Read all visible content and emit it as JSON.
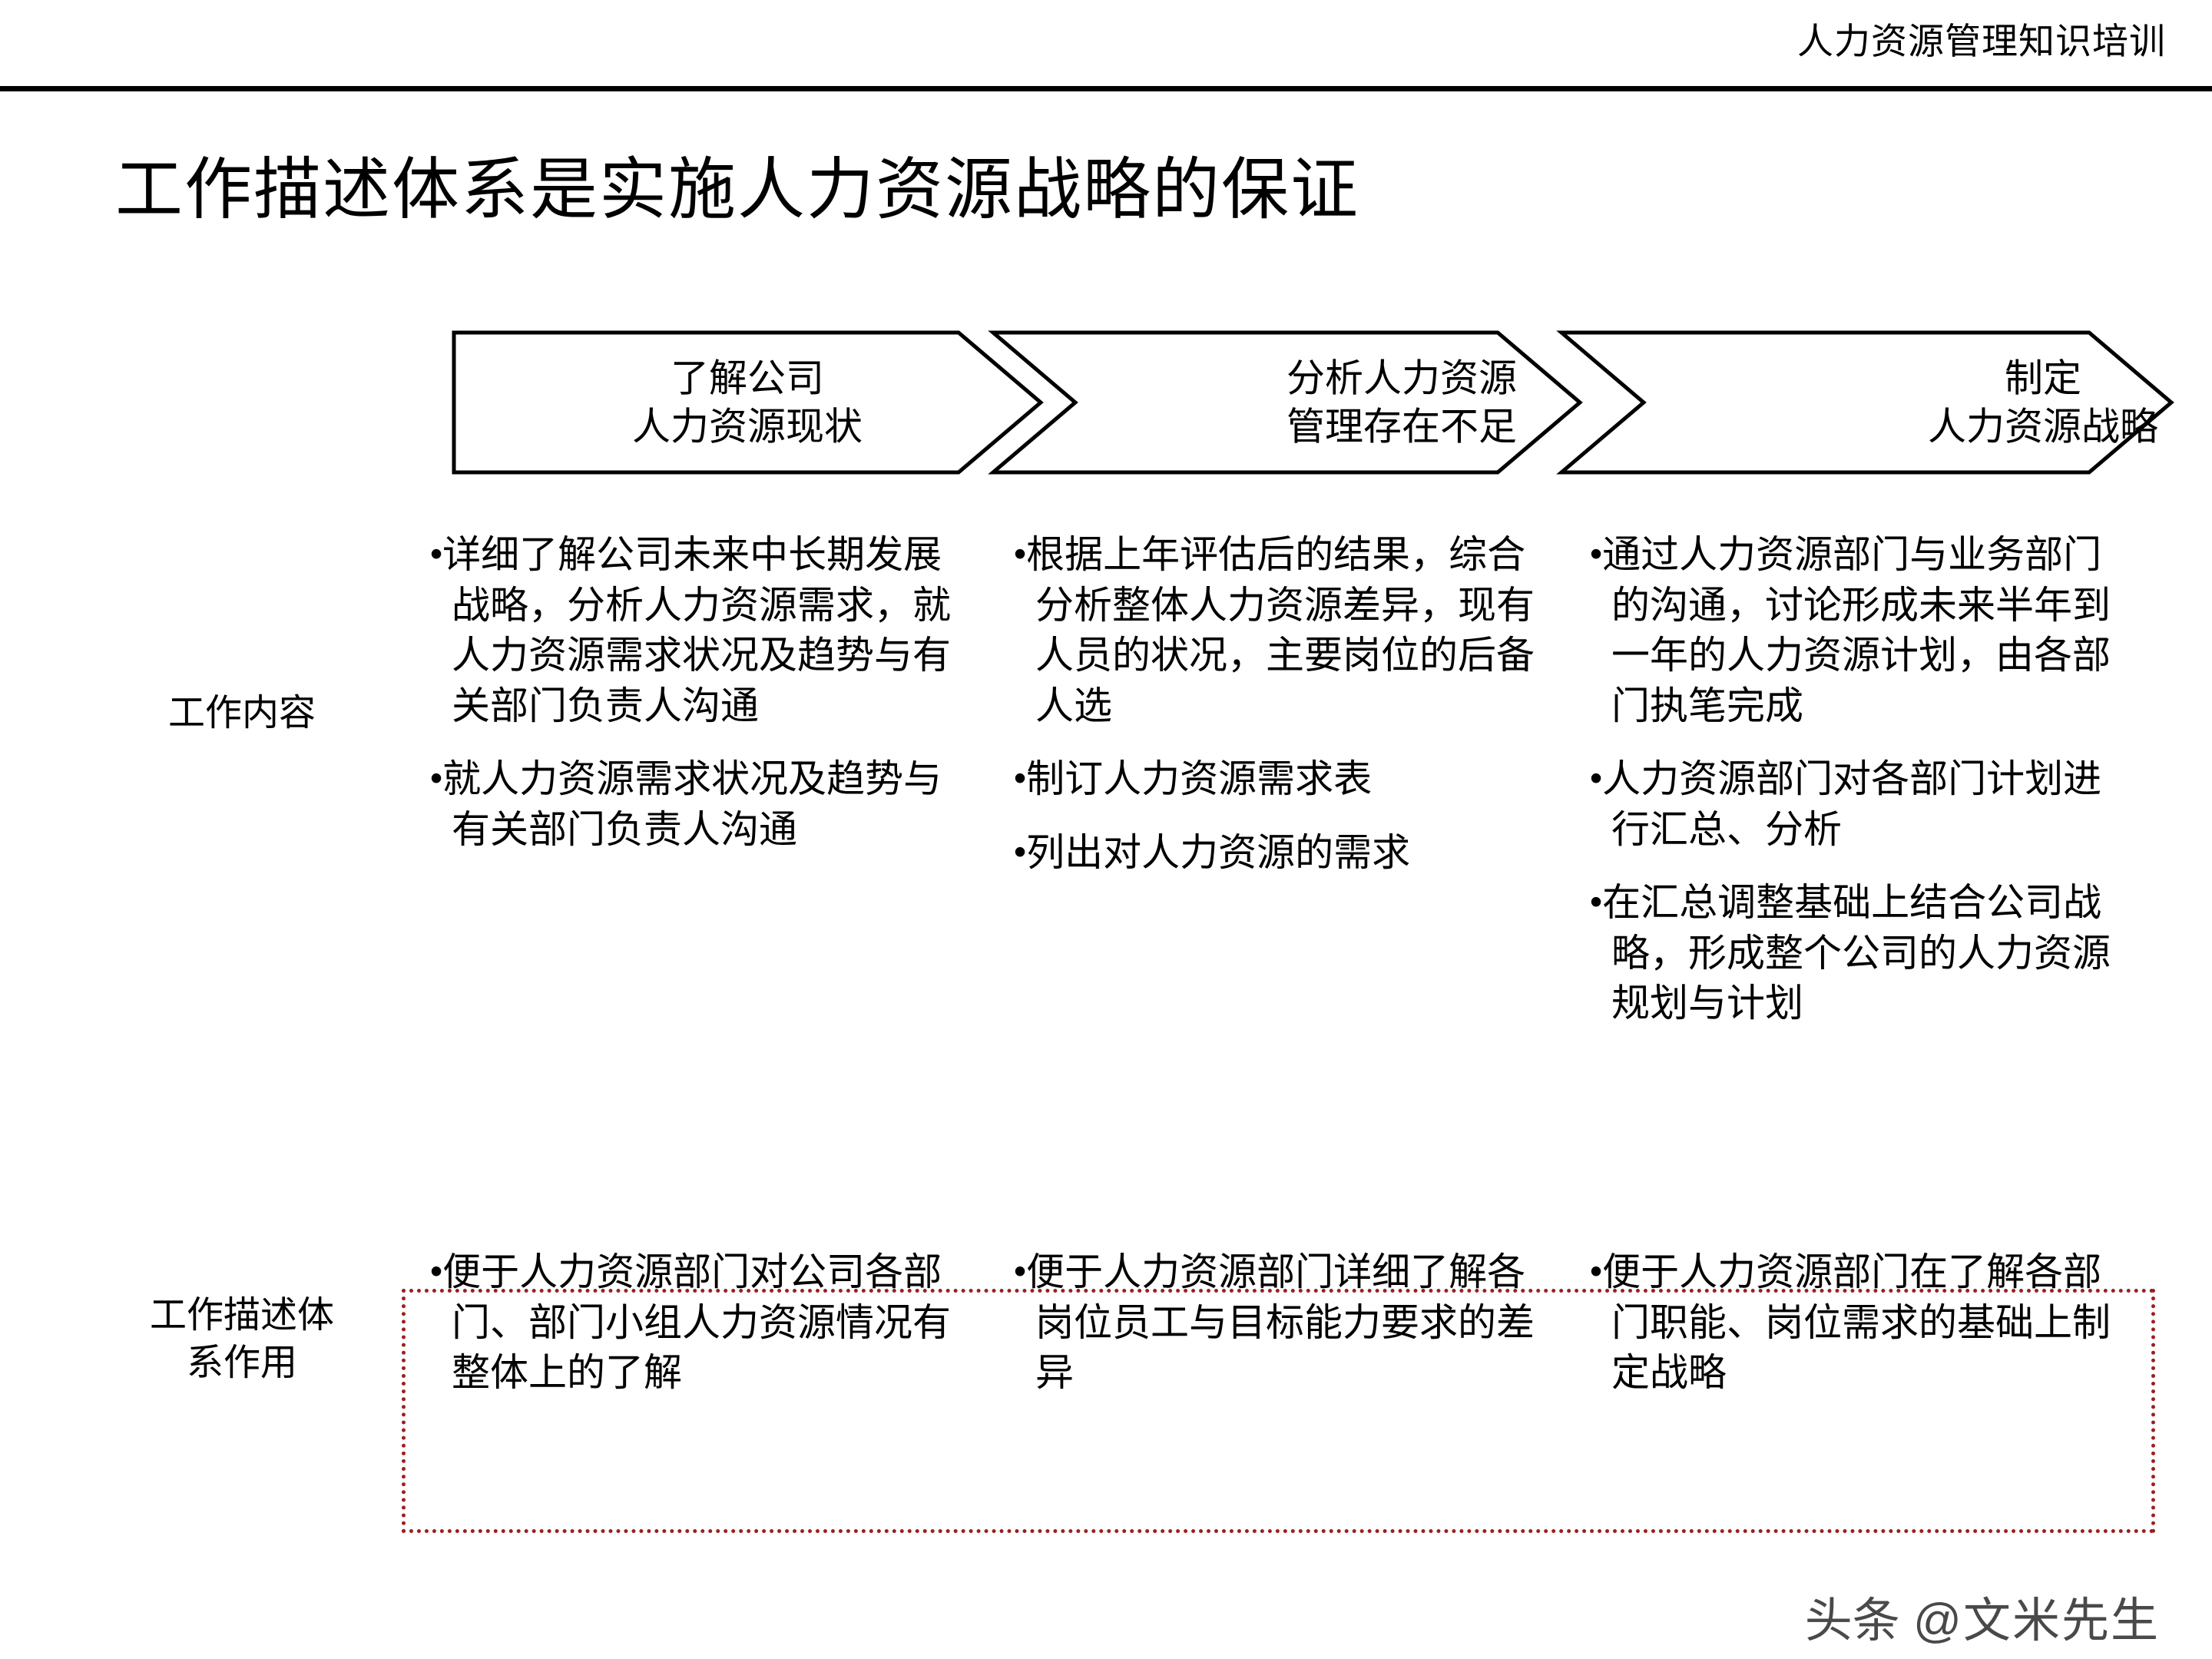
{
  "header": {
    "title": "人力资源管理知识培训"
  },
  "slide": {
    "title": "工作描述体系是实施人力资源战略的保证"
  },
  "process": {
    "steps": [
      {
        "line1": "了解公司",
        "line2": "人力资源现状"
      },
      {
        "line1": "分析人力资源",
        "line2": "管理存在不足"
      },
      {
        "line1": "制定",
        "line2": "人力资源战略"
      }
    ]
  },
  "rows": [
    {
      "label": "工作内容",
      "columns": [
        {
          "bullets": [
            "详细了解公司未来中长期发展战略，分析人力资源需求，就人力资源需求状况及趋势与有关部门负责人沟通",
            "就人力资源需求状况及趋势与有关部门负责人沟通"
          ]
        },
        {
          "bullets": [
            "根据上年评估后的结果，综合分析整体人力资源差异，现有人员的状况，主要岗位的后备人选",
            "制订人力资源需求表",
            "列出对人力资源的需求"
          ]
        },
        {
          "bullets": [
            "通过人力资源部门与业务部门的沟通，讨论形成未来半年到一年的人力资源计划，由各部门执笔完成",
            "人力资源部门对各部门计划进行汇总、分析",
            "在汇总调整基础上结合公司战略，形成整个公司的人力资源规划与计划"
          ]
        }
      ]
    },
    {
      "label_line1": "工作描述体",
      "label_line2": "系作用",
      "columns": [
        {
          "bullets": [
            "便于人力资源部门对公司各部门、部门小组人力资源情况有整体上的了解"
          ]
        },
        {
          "bullets": [
            "便于人力资源部门详细了解各岗位员工与目标能力要求的差异"
          ]
        },
        {
          "bullets": [
            "便于人力资源部门在了解各部门职能、岗位需求的基础上制定战略"
          ]
        }
      ]
    }
  ],
  "watermark": {
    "brand": "头条",
    "handle": "@文米先生"
  },
  "colors": {
    "text": "#000000",
    "rule": "#000000",
    "highlight_border": "#9c1f20",
    "watermark": "#3a3a3a"
  },
  "bullet_glyph": "•"
}
